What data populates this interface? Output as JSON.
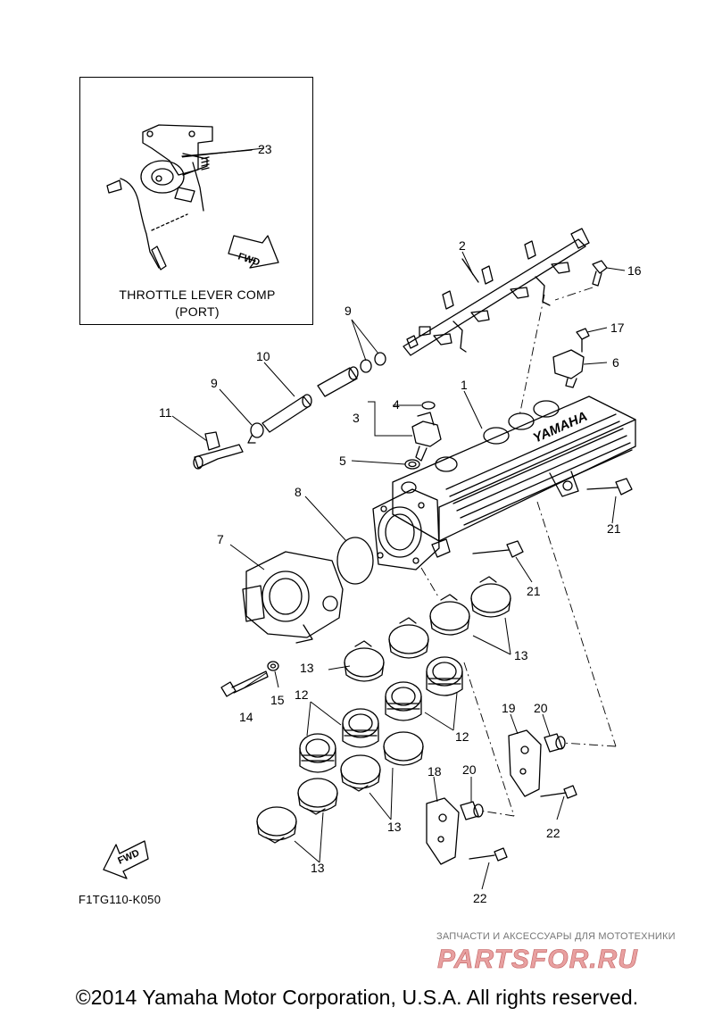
{
  "inset": {
    "title_line1": "THROTTLE LEVER COMP",
    "title_line2": "(PORT)"
  },
  "fwd_label": "FWD",
  "brand_text": "YAMAHA",
  "callouts": {
    "c1": "1",
    "c2": "2",
    "c3": "3",
    "c4": "4",
    "c5": "5",
    "c6": "6",
    "c7": "7",
    "c8": "8",
    "c9a": "9",
    "c9b": "9",
    "c10": "10",
    "c11": "11",
    "c12a": "12",
    "c12b": "12",
    "c13a": "13",
    "c13b": "13",
    "c13c": "13",
    "c13d": "13",
    "c14": "14",
    "c15": "15",
    "c16": "16",
    "c17": "17",
    "c18": "18",
    "c19": "19",
    "c20a": "20",
    "c20b": "20",
    "c21a": "21",
    "c21b": "21",
    "c22a": "22",
    "c22b": "22",
    "c23": "23"
  },
  "figure_code": "F1TG110-K050",
  "watermark": {
    "text": "ЗАПЧАСТИ И АКСЕССУАРЫ ДЛЯ МОТОТЕХНИКИ",
    "logo": "PARTSFOR.RU",
    "logo_color": "#e8a0a0"
  },
  "copyright": "©2014 Yamaha Motor Corporation, U.S.A. All rights reserved."
}
